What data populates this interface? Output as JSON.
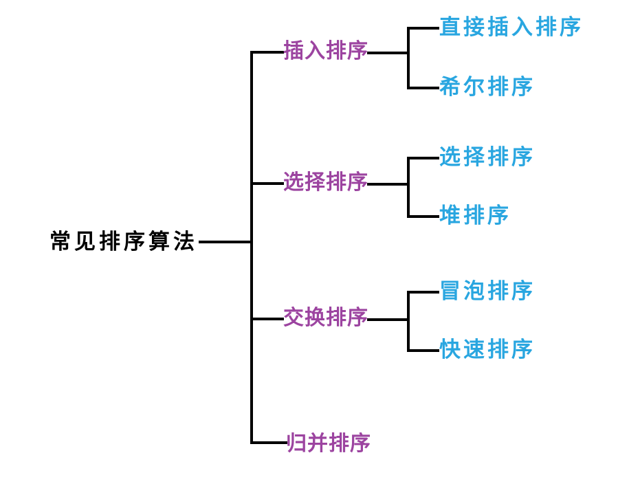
{
  "diagram": {
    "title": "常见排序算法",
    "root": {
      "label": "常见排序算法"
    },
    "branches": [
      {
        "label": "插入排序",
        "children": [
          {
            "label": "直接插入排序"
          },
          {
            "label": "希尔排序"
          }
        ]
      },
      {
        "label": "选择排序",
        "children": [
          {
            "label": "选择排序"
          },
          {
            "label": "堆排序"
          }
        ]
      },
      {
        "label": "交换排序",
        "children": [
          {
            "label": "冒泡排序"
          },
          {
            "label": "快速排序"
          }
        ]
      },
      {
        "label": "归并排序",
        "children": []
      }
    ],
    "colors": {
      "root": "#000000",
      "branch": "#9C44A0",
      "leaf": "#29A6E0",
      "line": "#000000"
    }
  }
}
